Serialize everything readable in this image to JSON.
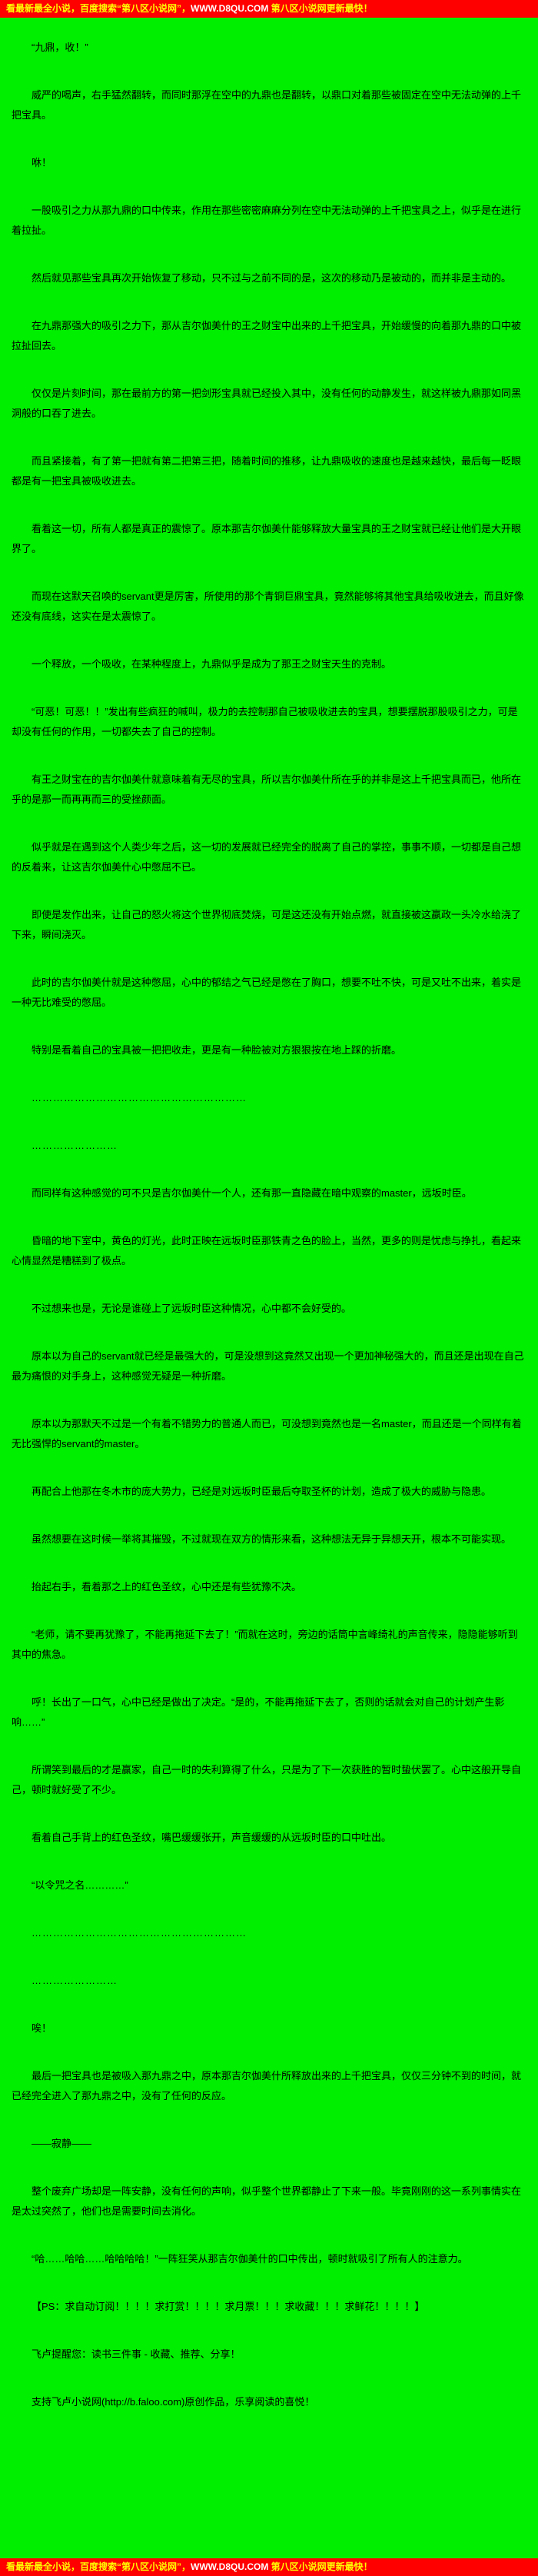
{
  "banner": {
    "prefix": "看最新最全小说，百度搜索“第八区小说网”，",
    "url": "WWW.D8QU.COM",
    "suffix": " 第八区小说网更新最快！"
  },
  "colors": {
    "page_background": "#00ee00",
    "banner_background": "#fe0000",
    "banner_text": "#ffff00",
    "banner_url_text": "#ffffff",
    "body_text": "#000000"
  },
  "content": {
    "paragraphs": [
      "“九鼎，收！”",
      "威严的喝声，右手猛然翻转，而同时那浮在空中的九鼎也是翻转，以鼎口对着那些被固定在空中无法动弹的上千把宝具。",
      "咻！",
      "一股吸引之力从那九鼎的口中传来，作用在那些密密麻麻分列在空中无法动弹的上千把宝具之上，似乎是在进行着拉扯。",
      "然后就见那些宝具再次开始恢复了移动，只不过与之前不同的是，这次的移动乃是被动的，而并非是主动的。",
      "在九鼎那强大的吸引之力下，那从吉尔伽美什的王之财宝中出来的上千把宝具，开始缓慢的向着那九鼎的口中被拉扯回去。",
      "仅仅是片刻时间，那在最前方的第一把剑形宝具就已经投入其中，没有任何的动静发生，就这样被九鼎那如同黑洞般的口吞了进去。",
      "而且紧接着，有了第一把就有第二把第三把，随着时间的推移，让九鼎吸收的速度也是越来越快，最后每一眨眼都是有一把宝具被吸收进去。",
      "看着这一切，所有人都是真正的震惊了。原本那吉尔伽美什能够释放大量宝具的王之财宝就已经让他们是大开眼界了。",
      "而现在这默天召唤的servant更是厉害，所使用的那个青铜巨鼎宝具，竟然能够将其他宝具给吸收进去，而且好像还没有底线，这实在是太震惊了。",
      "一个释放，一个吸收，在某种程度上，九鼎似乎是成为了那王之财宝天生的克制。",
      "“可恶！可恶！！”发出有些疯狂的喊叫，极力的去控制那自己被吸收进去的宝具，想要摆脱那股吸引之力，可是却没有任何的作用，一切都失去了自己的控制。",
      "有王之财宝在的吉尔伽美什就意味着有无尽的宝具，所以吉尔伽美什所在乎的并非是这上千把宝具而已，他所在乎的是那一而再再而三的受挫颜面。",
      "似乎就是在遇到这个人类少年之后，这一切的发展就已经完全的脱离了自己的掌控，事事不顺，一切都是自己想的反着来，让这吉尔伽美什心中憋屈不已。",
      "即使是发作出来，让自己的怒火将这个世界彻底焚烧，可是这还没有开始点燃，就直接被这嬴政一头冷水给浇了下来，瞬间浇灭。",
      "此时的吉尔伽美什就是这种憋屈，心中的郁结之气已经是憋在了胸口，想要不吐不快，可是又吐不出来，着实是一种无比难受的憋屈。",
      "特别是看着自己的宝具被一把把收走，更是有一种脸被对方狠狠按在地上踩的折磨。",
      "……………………………………………………",
      "……………………",
      "而同样有这种感觉的可不只是吉尔伽美什一个人，还有那一直隐藏在暗中观察的master，远坂时臣。",
      "昏暗的地下室中，黄色的灯光，此时正映在远坂时臣那铁青之色的脸上，当然，更多的则是忧虑与挣扎，看起来心情显然是糟糕到了极点。",
      "不过想来也是，无论是谁碰上了远坂时臣这种情况，心中都不会好受的。",
      "原本以为自己的servant就已经是最强大的，可是没想到这竟然又出现一个更加神秘强大的，而且还是出现在自己最为痛恨的对手身上，这种感觉无疑是一种折磨。",
      "原本以为那默天不过是一个有着不错势力的普通人而已，可没想到竟然也是一名master，而且还是一个同样有着无比强悍的servant的master。",
      "再配合上他那在冬木市的庞大势力，已经是对远坂时臣最后夺取圣杯的计划，造成了极大的威胁与隐患。",
      "虽然想要在这时候一举将其摧毁，不过就现在双方的情形来看，这种想法无异于异想天开，根本不可能实现。",
      "抬起右手，看着那之上的红色圣纹，心中还是有些犹豫不决。",
      "“老师，请不要再犹豫了，不能再拖延下去了！”而就在这时，旁边的话筒中言峰绮礼的声音传来，隐隐能够听到其中的焦急。",
      "呼！长出了一口气，心中已经是做出了决定。“是的，不能再拖延下去了，否则的话就会对自己的计划产生影响……”",
      "所谓笑到最后的才是赢家，自己一时的失利算得了什么，只是为了下一次获胜的暂时蛰伏罢了。心中这般开导自己，顿时就好受了不少。",
      "看着自己手背上的红色圣纹，嘴巴缓缓张开，声音缓缓的从远坂时臣的口中吐出。",
      "“以令咒之名…………”",
      "……………………………………………………",
      "……………………",
      "唉！",
      "最后一把宝具也是被吸入那九鼎之中，原本那吉尔伽美什所释放出来的上千把宝具，仅仅三分钟不到的时间，就已经完全进入了那九鼎之中，没有了任何的反应。",
      "——寂静——",
      "整个废弃广场却是一阵安静，没有任何的声响，似乎整个世界都静止了下来一般。毕竟刚刚的这一系列事情实在是太过突然了，他们也是需要时间去消化。",
      "“哈……哈哈……哈哈哈哈！”一阵狂笑从那吉尔伽美什的口中传出，顿时就吸引了所有人的注意力。",
      "【PS：求自动订阅！！！！求打赏！！！！求月票！！！求收藏！！！求鲜花！！！！】",
      "飞卢提醒您：读书三件事 - 收藏、推荐、分享！",
      "支持飞卢小说网(http://b.faloo.com)原创作品，乐享阅读的喜悦！"
    ]
  }
}
